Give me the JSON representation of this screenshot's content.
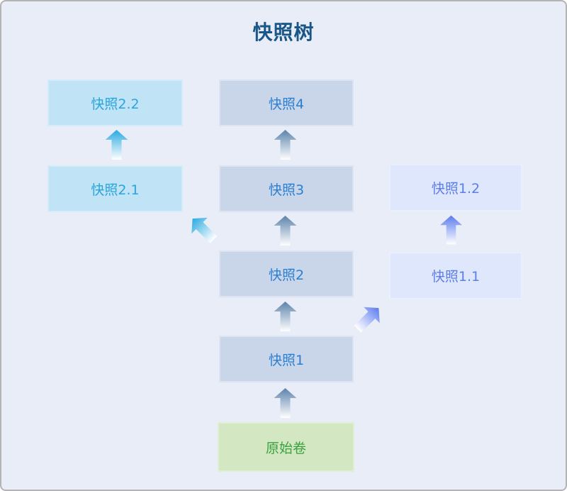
{
  "title": "快照树",
  "nodes": {
    "snap4": {
      "label": "快照4"
    },
    "snap3": {
      "label": "快照3"
    },
    "snap2": {
      "label": "快照2"
    },
    "snap1": {
      "label": "快照1"
    },
    "snap22": {
      "label": "快照2.2"
    },
    "snap21": {
      "label": "快照2.1"
    },
    "snap12": {
      "label": "快照1.2"
    },
    "snap11": {
      "label": "快照1.1"
    },
    "origin": {
      "label": "原始卷"
    }
  },
  "colors": {
    "background": "#e9edf8",
    "frame_border": "#b4b4b4",
    "title_text": "#1a5789",
    "main_box_fill": "#c9d6e9",
    "main_box_text": "#2b7fd1",
    "clone2_box_fill": "#c0e3f5",
    "clone2_box_text": "#29a5de",
    "clone1_box_fill": "#dfe7fc",
    "clone1_box_text": "#5d7ee9",
    "origin_box_fill": "#d3e7c2",
    "origin_box_text": "#3aa23d",
    "arrow_steel": "#5c83ab",
    "arrow_cyan": "#29aae1",
    "arrow_periwinkle": "#5b7bee"
  }
}
